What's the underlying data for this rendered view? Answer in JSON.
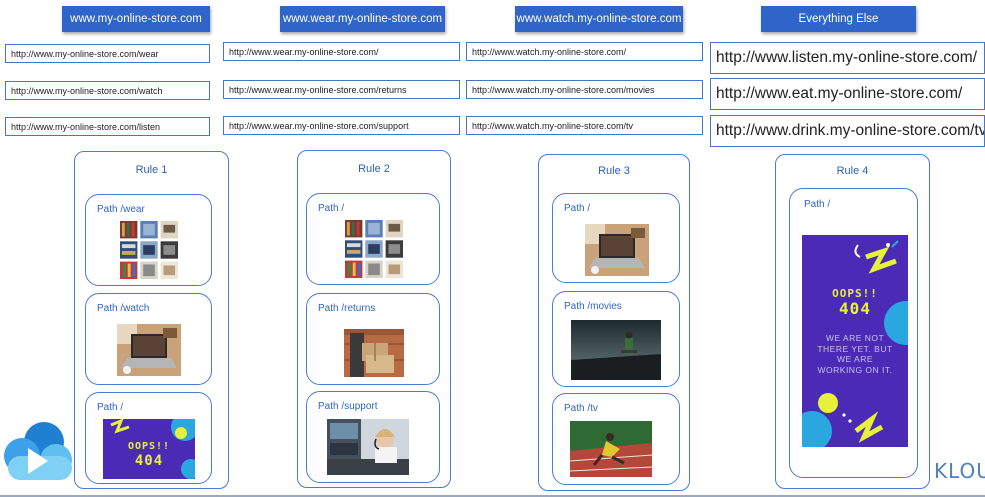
{
  "headers": [
    "www.my-online-store.com",
    "www.wear.my-online-store.com",
    "www.watch.my-online-store.com",
    "Everything Else"
  ],
  "urls": {
    "col1": [
      "http://www.my-online-store.com/wear",
      "http://www.my-online-store.com/watch",
      "http://www.my-online-store.com/listen"
    ],
    "col2": [
      "http://www.wear.my-online-store.com/",
      "http://www.wear.my-online-store.com/returns",
      "http://www.wear.my-online-store.com/support"
    ],
    "col3": [
      "http://www.watch.my-online-store.com/",
      "http://www.watch.my-online-store.com/movies",
      "http://www.watch.my-online-store.com/tv"
    ],
    "col4": [
      "http://www.listen.my-online-store.com/",
      "http://www.eat.my-online-store.com/",
      "http://www.drink.my-online-store.com/tv"
    ]
  },
  "rules": [
    {
      "title": "Rule 1",
      "paths": [
        "Path /wear",
        "Path /watch",
        "Path /"
      ]
    },
    {
      "title": "Rule 2",
      "paths": [
        "Path /",
        "Path /returns",
        "Path /support"
      ]
    },
    {
      "title": "Rule 3",
      "paths": [
        "Path /",
        "Path /movies",
        "Path /tv"
      ]
    },
    {
      "title": "Rule 4",
      "paths": [
        "Path /"
      ]
    }
  ],
  "error_page": {
    "oops": "OOPS!!",
    "code": "404",
    "message": "WE ARE NOT THERE YET. BUT WE ARE WORKING ON IT."
  },
  "brand": {
    "logo_text": "KLOU"
  },
  "colors": {
    "header_bg": "#2f65c8",
    "border": "#4a7bd0",
    "poster_bg": "#4b2bb5",
    "accent_yellow": "#e6f13a",
    "accent_blue": "#2aa7e0"
  }
}
